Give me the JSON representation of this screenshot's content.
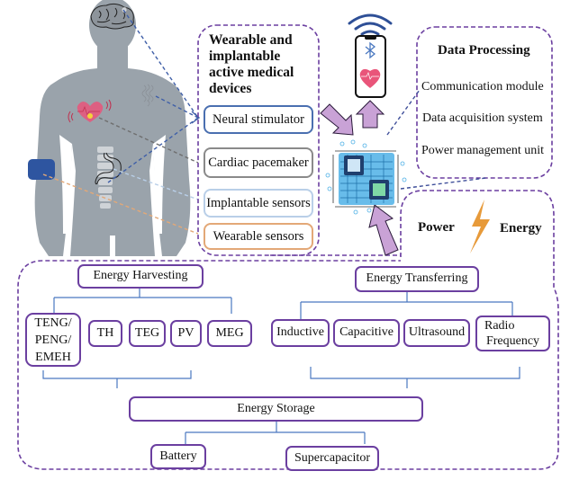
{
  "devices_panel": {
    "title": "Wearable and implantable active medical devices",
    "title_lines": [
      "Wearable and",
      "implantable",
      "active medical",
      "devices"
    ],
    "items": [
      {
        "label": "Neural stimulator",
        "color": "#4a6fb0"
      },
      {
        "label": "Cardiac pacemaker",
        "color": "#8a8a8a"
      },
      {
        "label": "Implantable sensors",
        "color": "#b9cfe8"
      },
      {
        "label": "Wearable sensors",
        "color": "#e3a877"
      }
    ]
  },
  "data_processing": {
    "title": "Data Processing",
    "items": [
      "Communication module",
      "Data acquisition system",
      "Power management unit"
    ]
  },
  "power_energy": {
    "power_label": "Power",
    "energy_label": "Energy",
    "bolt_color": "#e79a3a"
  },
  "energy_harvesting": {
    "title": "Energy Harvesting",
    "items": [
      "TENG/ PENG/ EMEH",
      "TH",
      "TEG",
      "PV",
      "MEG"
    ],
    "teng_lines": [
      "TENG/",
      "PENG/",
      "EMEH"
    ]
  },
  "energy_transferring": {
    "title": "Energy Transferring",
    "items": [
      "Inductive",
      "Capacitive",
      "Ultrasound",
      "Radio Frequency"
    ],
    "rf_lines": [
      "Radio",
      "Frequency"
    ]
  },
  "energy_storage": {
    "title": "Energy Storage",
    "items": [
      "Battery",
      "Supercapacitor"
    ]
  },
  "icons": {
    "body": "human-body-silhouette",
    "brain": "brain-icon",
    "heart": "heart-pacemaker-icon",
    "stomach": "stomach-icon",
    "spine": "spine-icon",
    "armband": "wearable-armband-icon",
    "phone": "smartphone-icon",
    "wifi": "wireless-signal-icon",
    "bluetooth": "bluetooth-icon",
    "chip": "microchip-icon",
    "bolt": "lightning-bolt-icon"
  },
  "colors": {
    "dashed_border": "#6b3fa0",
    "box_border": "#6b3fa0",
    "connector": "#4a78c0",
    "arrow_fill": "#c9a2d6",
    "body_fill": "#9aa3ab",
    "armband": "#2e55a0",
    "heart": "#e9557a"
  }
}
